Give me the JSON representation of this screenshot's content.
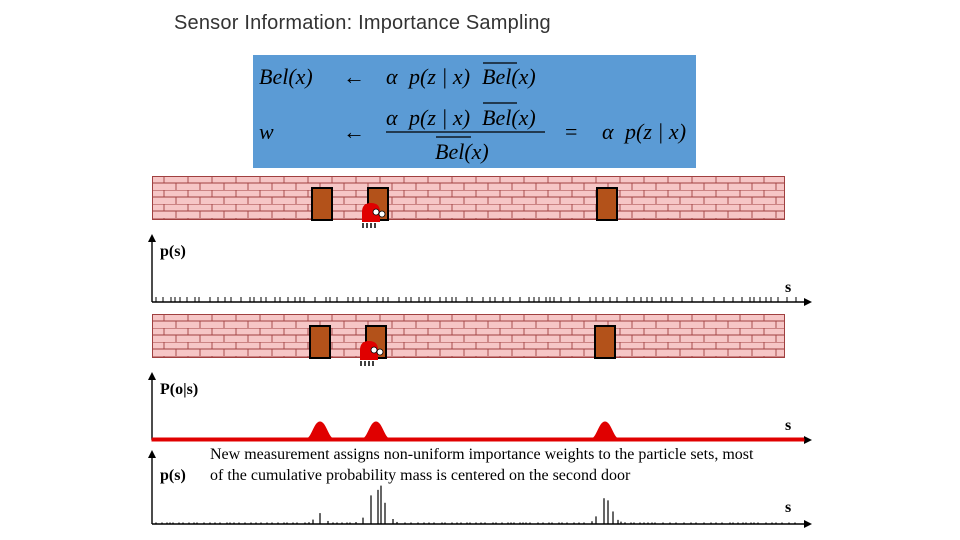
{
  "slide": {
    "title": "Sensor Information: Importance Sampling"
  },
  "formula": {
    "line1": {
      "lhs": "Bel(x)",
      "arrow": "←",
      "alpha": "α",
      "p": "p(z | x)",
      "bel_bar": "Bel(x)"
    },
    "line2": {
      "lhs": "w",
      "arrow": "←",
      "num_alpha": "α",
      "num_p": "p(z | x)",
      "num_bel": "Bel(x)",
      "den_bel": "Bel(x)",
      "equals": "=",
      "rhs_alpha": "α",
      "rhs_p": "p(z | x)"
    }
  },
  "plots": {
    "prior": {
      "ylabel": "p(s)",
      "xlabel": "s"
    },
    "likelihood": {
      "ylabel": "P(o|s)",
      "xlabel": "s"
    },
    "posterior": {
      "ylabel": "p(s)",
      "xlabel": "s"
    }
  },
  "caption": "New measurement assigns non-uniform importance weights to the particle sets, most of the cumulative probability mass is centered on the second door",
  "colors": {
    "formula_bg": "#5b9bd5",
    "brick": "#f6c6c6",
    "mortar": "#a04040",
    "door": "#b3521a",
    "robot": "#e00000",
    "likelihood": "#e00000"
  }
}
